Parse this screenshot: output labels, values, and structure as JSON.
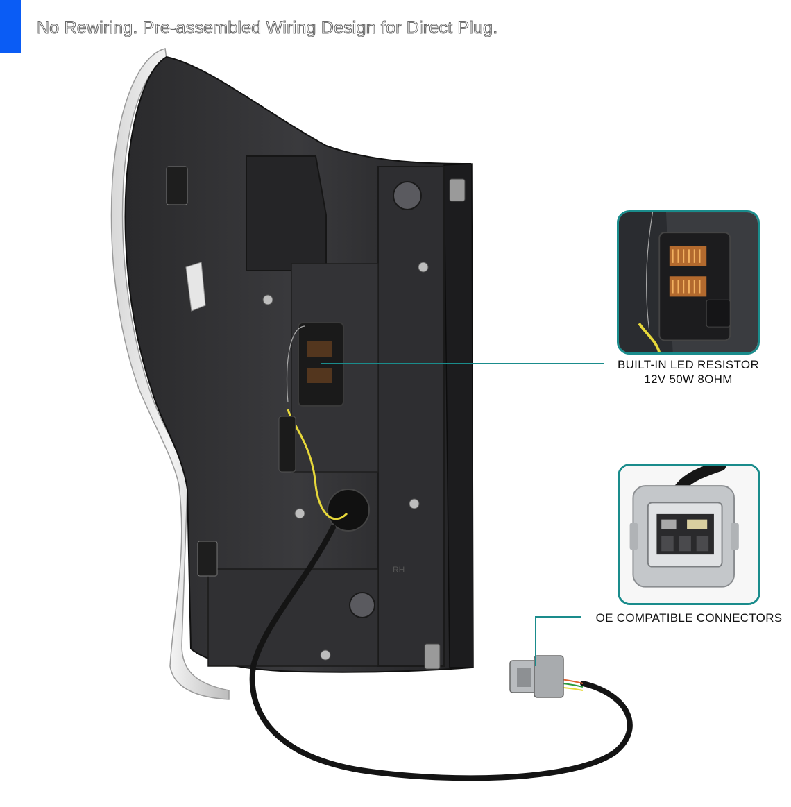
{
  "header": {
    "accent_color": "#0a5cf5",
    "headline": "No Rewiring. Pre-assembled Wiring Design for Direct Plug."
  },
  "callouts": {
    "line_color": "#1a8c8c",
    "resistor": {
      "title": "BUILT-IN LED RESISTOR",
      "spec": "12V 50W 8OHM"
    },
    "connector": {
      "title": "OE COMPATIBLE CONNECTORS"
    }
  },
  "product": {
    "molded_text": "RH"
  }
}
